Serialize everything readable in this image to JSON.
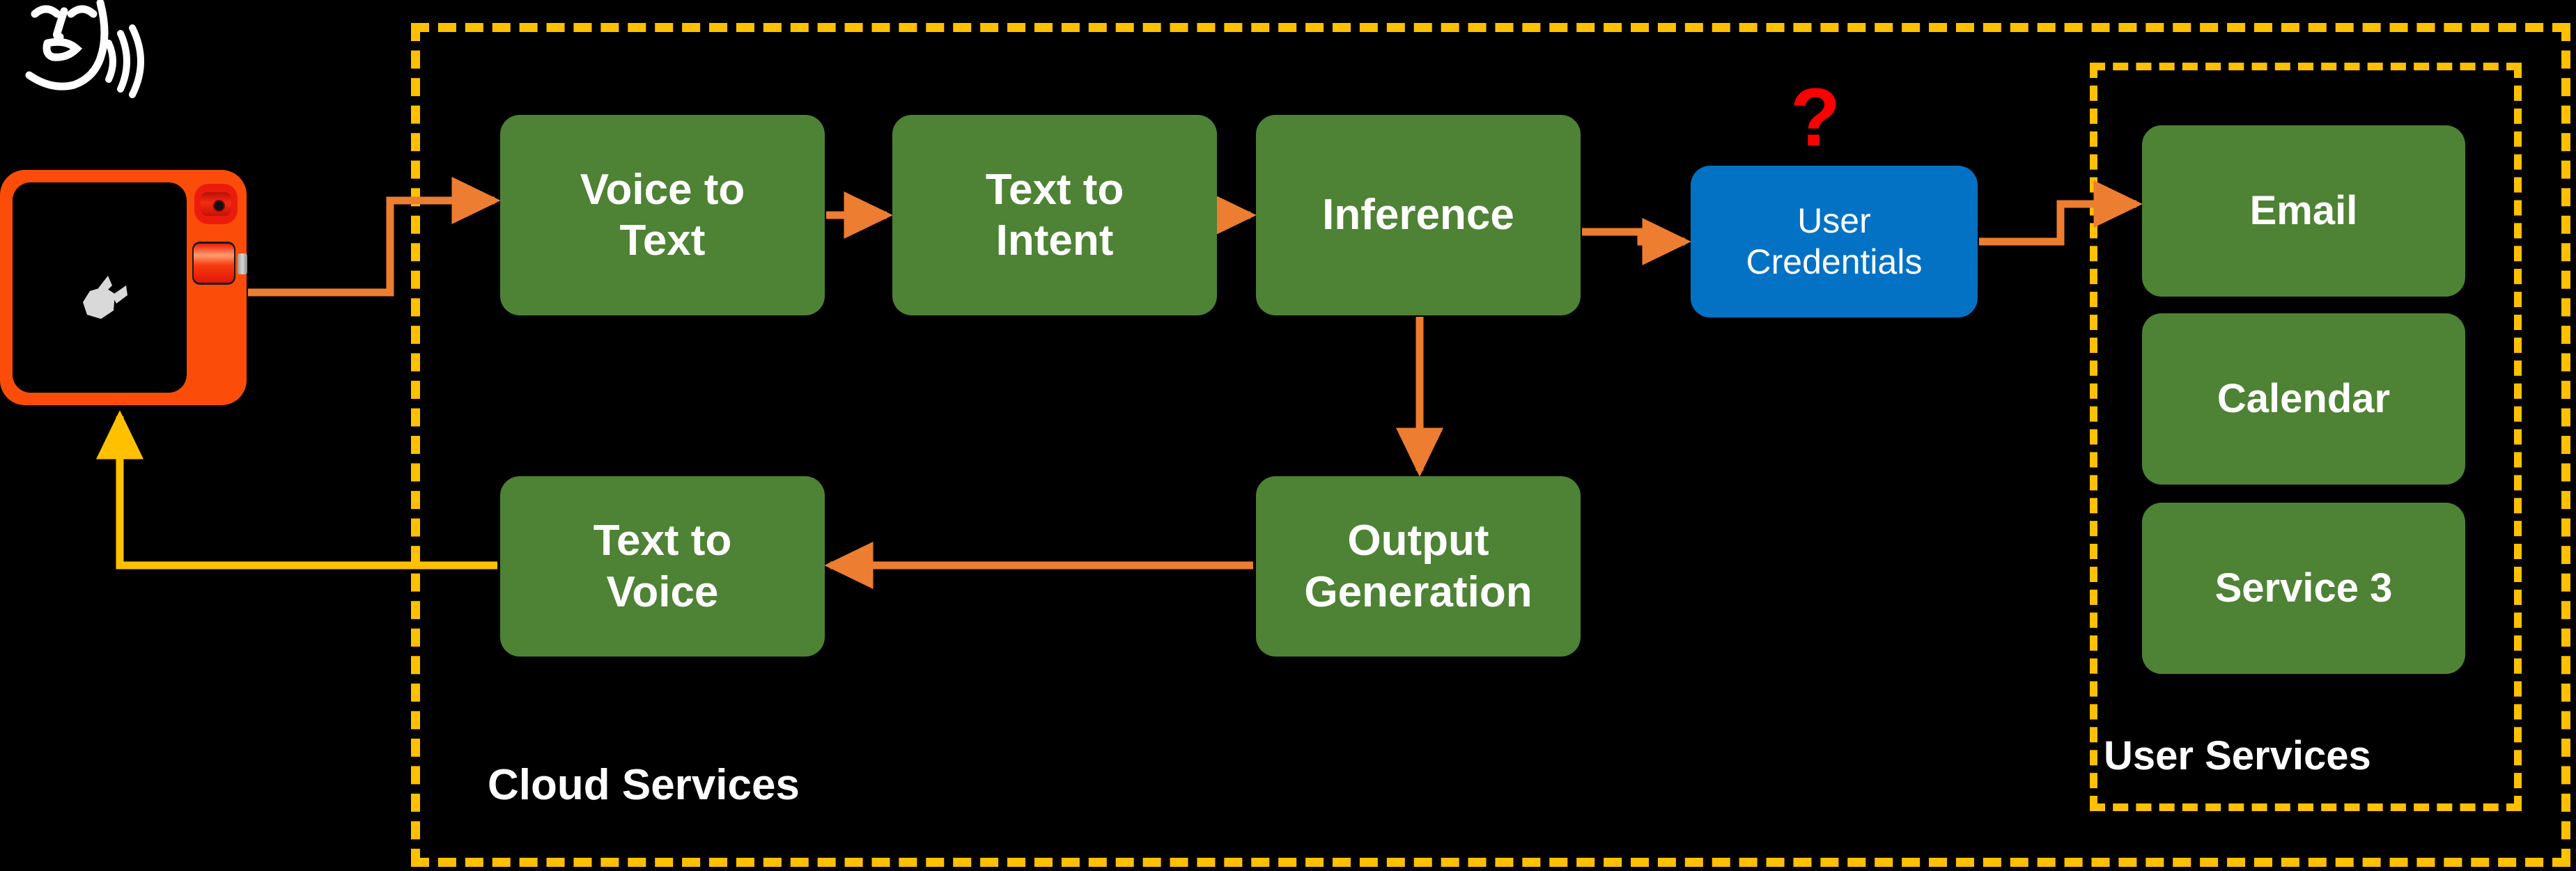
{
  "diagram": {
    "title": "Voice assistant cloud services architecture",
    "background_color": "#000000"
  },
  "groups": [
    {
      "id": "cloud-services",
      "label": "Cloud Services",
      "border_color": "#ffc000",
      "border_style": "dashed"
    },
    {
      "id": "user-services",
      "label": "User Services",
      "border_color": "#ffc000",
      "border_style": "dashed"
    }
  ],
  "nodes": {
    "voice_to_text": {
      "line1": "Voice to",
      "line2": "Text",
      "color": "#4e8234"
    },
    "text_to_intent": {
      "line1": "Text to",
      "line2": "Intent",
      "color": "#4e8234"
    },
    "inference": {
      "line1": "Inference",
      "line2": "",
      "color": "#4e8234"
    },
    "user_credentials": {
      "line1": "User",
      "line2": "Credentials",
      "color": "#0472c4"
    },
    "output_generation": {
      "line1": "Output",
      "line2": "Generation",
      "color": "#4e8234"
    },
    "text_to_voice": {
      "line1": "Text to",
      "line2": "Voice",
      "color": "#4e8234"
    },
    "email": {
      "line1": "Email",
      "line2": "",
      "color": "#4e8234"
    },
    "calendar": {
      "line1": "Calendar",
      "line2": "",
      "color": "#4e8234"
    },
    "service3": {
      "line1": "Service 3",
      "line2": "",
      "color": "#4e8234"
    }
  },
  "annotations": {
    "question_mark": "?",
    "question_mark_color": "#ff0000"
  },
  "device": {
    "name": "smart-speaker-device",
    "body_color": "#fb4d09",
    "screen_color": "#000000",
    "button_color": "#ec1c0d"
  },
  "icons": {
    "speaking_face": "speaking-face-icon",
    "device_logo": "device-logo-icon"
  },
  "connectors": {
    "request_color": "#ed7d31",
    "response_color": "#ffc000",
    "edges": [
      {
        "from": "device",
        "to": "voice_to_text",
        "color": "#ed7d31"
      },
      {
        "from": "voice_to_text",
        "to": "text_to_intent",
        "color": "#ed7d31"
      },
      {
        "from": "text_to_intent",
        "to": "inference",
        "color": "#ed7d31"
      },
      {
        "from": "inference",
        "to": "user_credentials",
        "color": "#ed7d31"
      },
      {
        "from": "inference",
        "to": "output_generation",
        "color": "#ed7d31"
      },
      {
        "from": "user_credentials",
        "to": "email",
        "color": "#ed7d31"
      },
      {
        "from": "output_generation",
        "to": "text_to_voice",
        "color": "#ed7d31"
      },
      {
        "from": "text_to_voice",
        "to": "device",
        "color": "#ffc000"
      }
    ]
  }
}
